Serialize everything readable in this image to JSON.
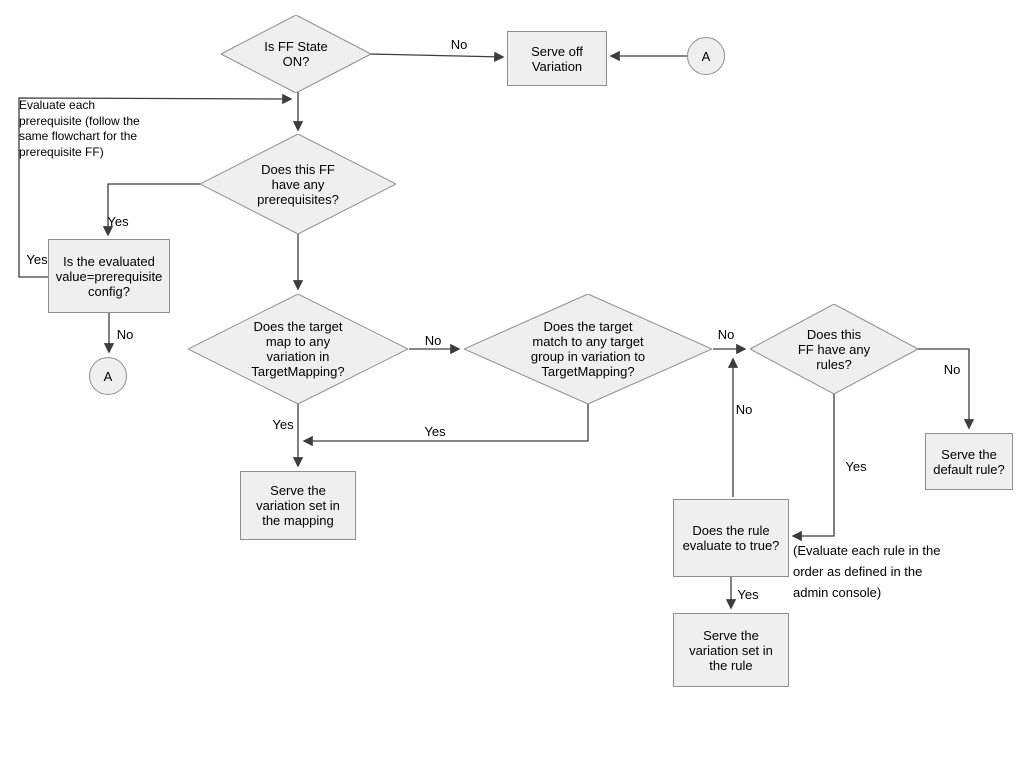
{
  "diagram": {
    "nodes": {
      "ff_state": {
        "type": "decision",
        "label": "Is FF State\nON?"
      },
      "serve_off": {
        "type": "process",
        "label": "Serve off\nVariation"
      },
      "a_top": {
        "type": "connector",
        "label": "A"
      },
      "has_prereqs": {
        "type": "decision",
        "label": "Does this FF\nhave any\nprerequisites?"
      },
      "prereq_config": {
        "type": "process",
        "label": "Is the evaluated\nvalue=prerequisite\nconfig?"
      },
      "a_bottom": {
        "type": "connector",
        "label": "A"
      },
      "target_map": {
        "type": "decision",
        "label": "Does the target\nmap to any\nvariation in\nTargetMapping?"
      },
      "target_group": {
        "type": "decision",
        "label": "Does the target\nmatch to any target\ngroup in variation to\nTargetMapping?"
      },
      "has_rules": {
        "type": "decision",
        "label": "Does this\nFF have any\nrules?"
      },
      "serve_mapping": {
        "type": "process",
        "label": "Serve the\nvariation set in\nthe mapping"
      },
      "rule_true": {
        "type": "process",
        "label": "Does the rule\nevaluate to true?"
      },
      "serve_rule": {
        "type": "process",
        "label": "Serve the\nvariation set in\nthe rule"
      },
      "serve_default": {
        "type": "process",
        "label": "Serve the\ndefault rule?"
      }
    },
    "notes": {
      "prereq_note": "Evaluate each\nprerequisite (follow the\nsame flowchart for the\nprerequisite FF)",
      "rule_note": "(Evaluate each rule in the\norder as defined in the\nadmin console)"
    },
    "labels": {
      "no_off": "No",
      "yes_prereq": "Yes",
      "yes_loop": "Yes",
      "no_a": "No",
      "no_map": "No",
      "no_group": "No",
      "no_rules": "No",
      "no_rule_eval": "No",
      "yes_map": "Yes",
      "yes_group": "Yes",
      "yes_rules": "Yes",
      "yes_rule_eval": "Yes"
    },
    "colors": {
      "node_fill": "#efefef",
      "node_border": "#8f8f8f",
      "line": "#3d3d3d",
      "text": "#000000"
    }
  }
}
